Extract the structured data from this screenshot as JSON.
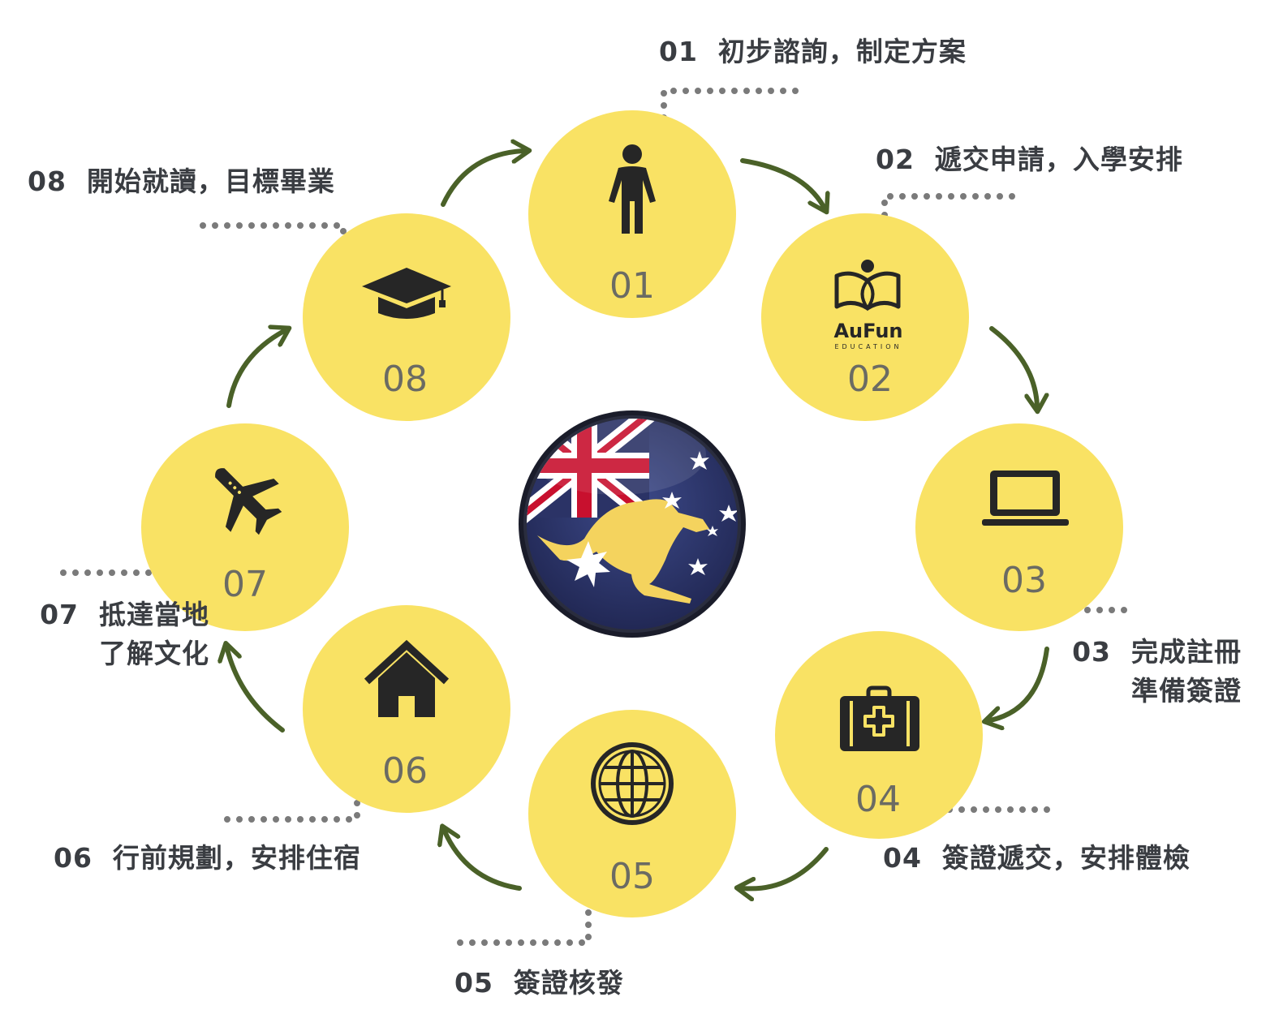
{
  "colors": {
    "circle_fill": "#f9e264",
    "icon": "#262626",
    "arrow": "#4a6128",
    "dots": "#7a7a7a",
    "label_text": "#3a3d42",
    "flag_navy": "#2b3366",
    "flag_red": "#c8102e",
    "kangaroo": "#f4d35e"
  },
  "steps": [
    {
      "number": "01",
      "icon": "person-icon",
      "label_num": "01",
      "label_text": "初步諮詢，制定方案"
    },
    {
      "number": "02",
      "icon": "aufun-education-logo",
      "label_num": "02",
      "label_text": "遞交申請，入學安排"
    },
    {
      "number": "03",
      "icon": "laptop-icon",
      "label_num": "03",
      "label_line1": "完成註冊",
      "label_line2": "準備簽證"
    },
    {
      "number": "04",
      "icon": "medical-kit-icon",
      "label_num": "04",
      "label_text": "簽證遞交，安排體檢"
    },
    {
      "number": "05",
      "icon": "globe-icon",
      "label_num": "05",
      "label_text": "簽證核發"
    },
    {
      "number": "06",
      "icon": "house-icon",
      "label_num": "06",
      "label_text": "行前規劃，安排住宿"
    },
    {
      "number": "07",
      "icon": "airplane-icon",
      "label_num": "07",
      "label_line1": "抵達當地",
      "label_line2": "了解文化"
    },
    {
      "number": "08",
      "icon": "graduation-cap-icon",
      "label_num": "08",
      "label_text": "開始就讀，目標畢業"
    }
  ],
  "logo": {
    "name": "AuFun",
    "sub": "EDUCATION"
  },
  "center_icon": "australia-flag-kangaroo-badge"
}
